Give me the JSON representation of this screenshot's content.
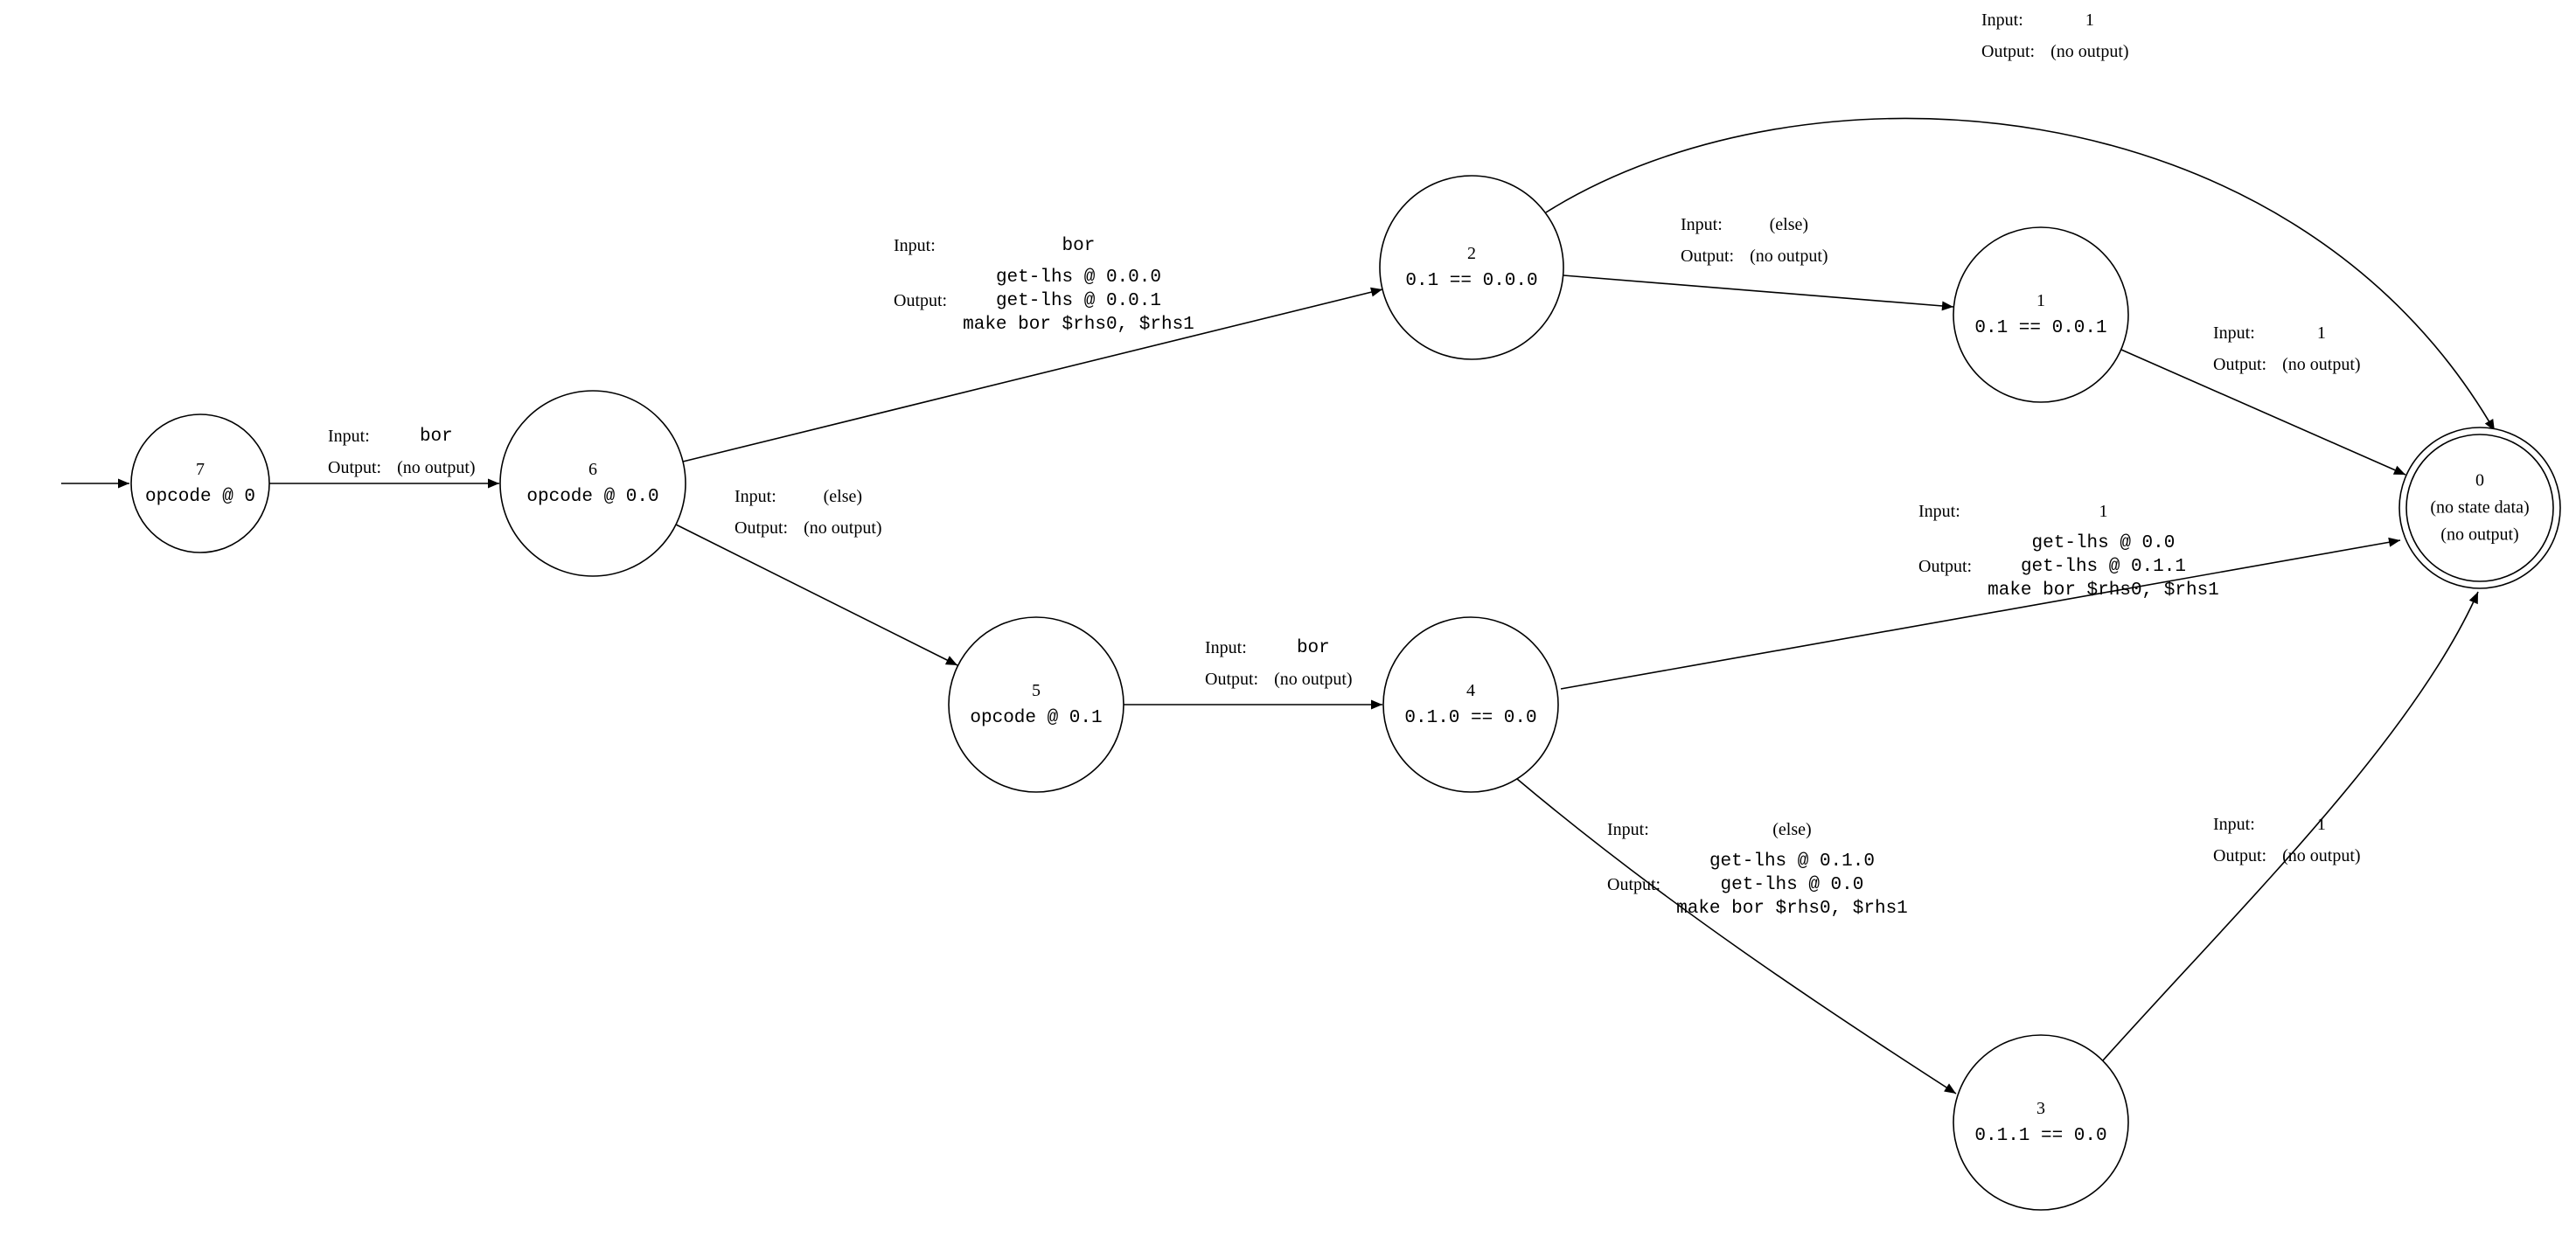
{
  "meta": {
    "background_color": "#ffffff",
    "line_color": "#000000",
    "diagram_type": "finite-state-machine"
  },
  "labels": {
    "input": "Input:",
    "output": "Output:"
  },
  "nodes": {
    "n7": {
      "id": "7",
      "data": "opcode @ 0",
      "start": true,
      "accepting": false
    },
    "n6": {
      "id": "6",
      "data": "opcode @ 0.0",
      "accepting": false
    },
    "n2": {
      "id": "2",
      "data": "0.1 == 0.0.0",
      "accepting": false
    },
    "n1": {
      "id": "1",
      "data": "0.1 == 0.0.1",
      "accepting": false
    },
    "n0": {
      "id": "0",
      "data1": "(no state data)",
      "data2": "(no output)",
      "accepting": true
    },
    "n5": {
      "id": "5",
      "data": "opcode @ 0.1",
      "accepting": false
    },
    "n4": {
      "id": "4",
      "data": "0.1.0 == 0.0",
      "accepting": false
    },
    "n3": {
      "id": "3",
      "data": "0.1.1 == 0.0",
      "accepting": false
    }
  },
  "edges": {
    "e7_6": {
      "from": "7",
      "to": "6",
      "input": "bor",
      "output": [
        "(no output)"
      ]
    },
    "e6_2": {
      "from": "6",
      "to": "2",
      "input": "bor",
      "output": [
        "get-lhs @ 0.0.0",
        "get-lhs @ 0.0.1",
        "make bor $rhs0, $rhs1"
      ]
    },
    "e6_5": {
      "from": "6",
      "to": "5",
      "input": "(else)",
      "output": [
        "(no output)"
      ]
    },
    "e5_4": {
      "from": "5",
      "to": "4",
      "input": "bor",
      "output": [
        "(no output)"
      ]
    },
    "e2_0": {
      "from": "2",
      "to": "0",
      "input": "1",
      "output": [
        "(no output)"
      ]
    },
    "e2_1": {
      "from": "2",
      "to": "1",
      "input": "(else)",
      "output": [
        "(no output)"
      ]
    },
    "e1_0": {
      "from": "1",
      "to": "0",
      "input": "1",
      "output": [
        "(no output)"
      ]
    },
    "e4_0": {
      "from": "4",
      "to": "0",
      "input": "1",
      "output": [
        "get-lhs @ 0.0",
        "get-lhs @ 0.1.1",
        "make bor $rhs0, $rhs1"
      ]
    },
    "e4_3": {
      "from": "4",
      "to": "3",
      "input": "(else)",
      "output": [
        "get-lhs @ 0.1.0",
        "get-lhs @ 0.0",
        "make bor $rhs0, $rhs1"
      ]
    },
    "e3_0": {
      "from": "3",
      "to": "0",
      "input": "1",
      "output": [
        "(no output)"
      ]
    }
  }
}
